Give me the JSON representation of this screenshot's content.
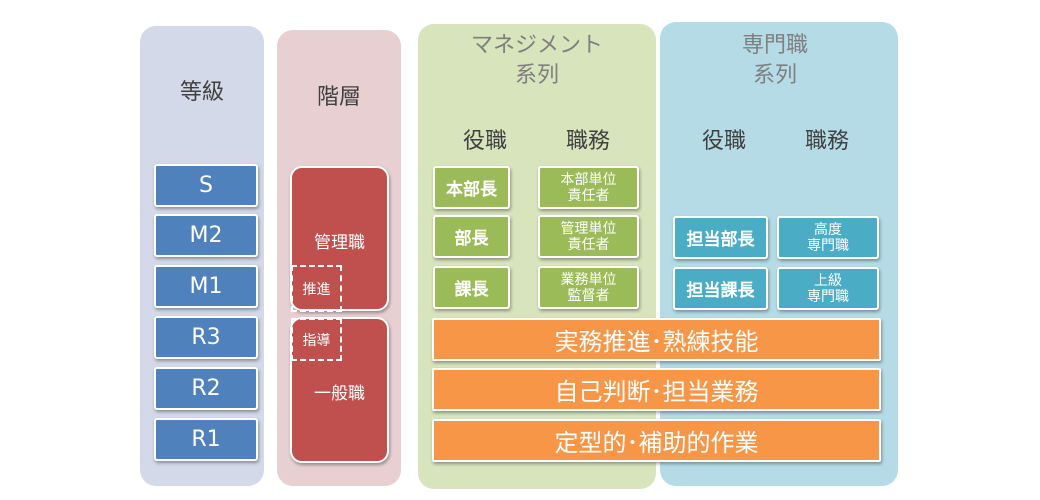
{
  "grade": {
    "title": "等級",
    "items": [
      "S",
      "M2",
      "M1",
      "R3",
      "R2",
      "R1"
    ]
  },
  "tier": {
    "title": "階層",
    "manager": "管理職",
    "general": "一般職",
    "promote": "推進",
    "guide": "指導"
  },
  "management": {
    "title1": "マネジメント",
    "title2": "系列",
    "col_role": "役職",
    "col_duty": "職務",
    "rows": [
      {
        "role": "本部長",
        "duty1": "本部単位",
        "duty2": "責任者"
      },
      {
        "role": "部長",
        "duty1": "管理単位",
        "duty2": "責任者"
      },
      {
        "role": "課長",
        "duty1": "業務単位",
        "duty2": "監督者"
      }
    ]
  },
  "specialist": {
    "title1": "専門職",
    "title2": "系列",
    "col_role": "役職",
    "col_duty": "職務",
    "rows": [
      {
        "role": "担当部長",
        "duty1": "高度",
        "duty2": "専門職"
      },
      {
        "role": "担当課長",
        "duty1": "上級",
        "duty2": "専門職"
      }
    ]
  },
  "bands": [
    "実務推進･熟練技能",
    "自己判断･担当業務",
    "定型的･補助的作業"
  ],
  "colors": {
    "grade": "#4f81bd",
    "tier": "#c0504d",
    "mgmt": "#9bbb59",
    "spec": "#4bacc6",
    "band": "#f79646"
  }
}
